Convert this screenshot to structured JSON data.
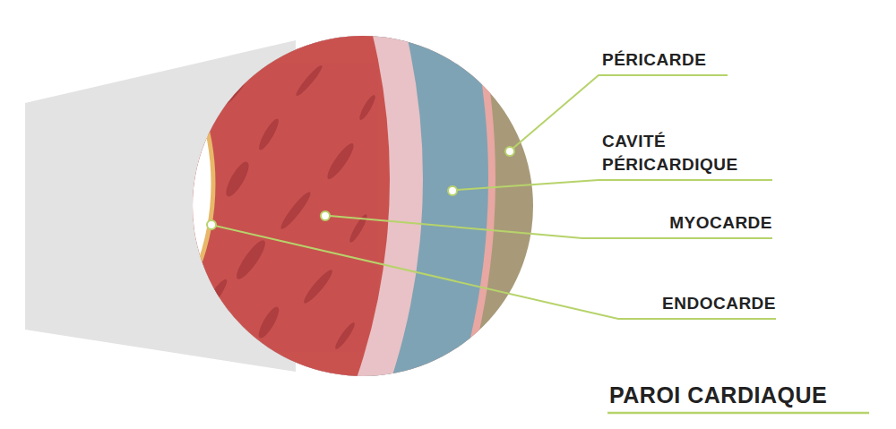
{
  "diagram": {
    "title": "PAROI CARDIAQUE",
    "labels": [
      "PÉRICARDE",
      "CAVITÉ PÉRICARDIQUE",
      "MYOCARDE",
      "ENDOCARDE"
    ]
  }
}
